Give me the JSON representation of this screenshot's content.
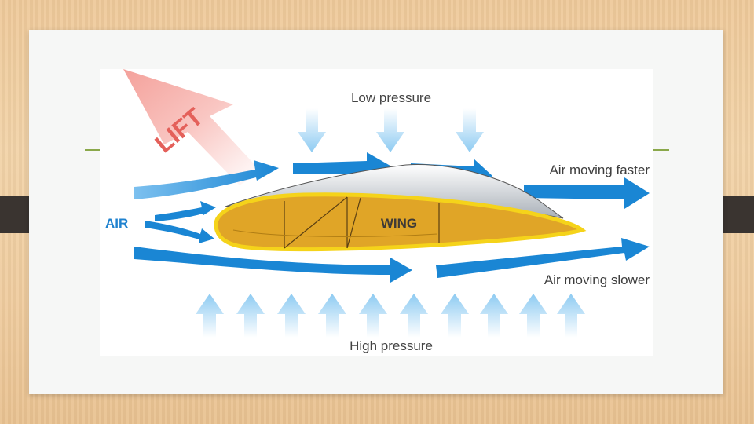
{
  "labels": {
    "low_pressure": "Low pressure",
    "high_pressure": "High pressure",
    "air": "AIR",
    "wing": "WING",
    "lift": "LIFT",
    "air_faster": "Air moving faster",
    "air_slower": "Air moving slower"
  },
  "colors": {
    "arrow_dark": "#1a86d4",
    "arrow_light": "#aad7f5",
    "wing_fill": "#e0a527",
    "wing_outline": "#f5d31a",
    "lift_arrow": "#f7b8b4",
    "label_text": "#444444",
    "air_text": "#1f82cf",
    "accent_green": "#8aa84a"
  }
}
